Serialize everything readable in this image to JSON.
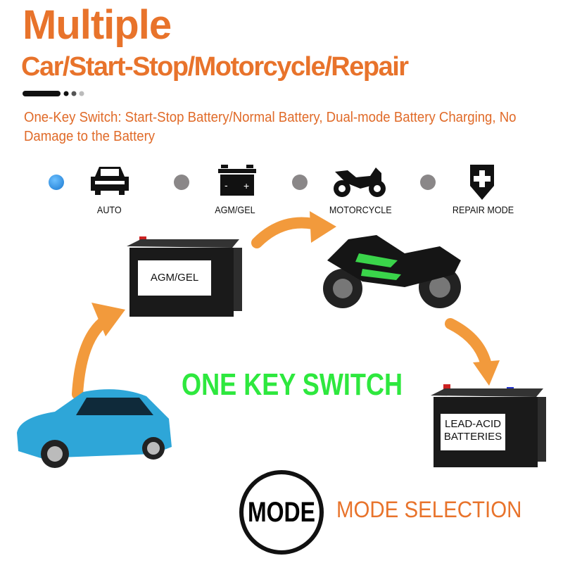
{
  "header": {
    "title": "Multiple",
    "subtitle": "Car/Start-Stop/Motorcycle/Repair",
    "description": "One-Key Switch: Start-Stop Battery/Normal Battery, Dual-mode Battery Charging, No Damage to the Battery"
  },
  "modes": [
    {
      "label": "AUTO",
      "icon": "car-icon",
      "active": true
    },
    {
      "label": "AGM/GEL",
      "icon": "battery-icon",
      "active": false
    },
    {
      "label": "MOTORCYCLE",
      "icon": "motorcycle-icon",
      "active": false
    },
    {
      "label": "REPAIR MODE",
      "icon": "shield-plus-icon",
      "active": false
    }
  ],
  "diagram": {
    "agm_label": "AGM/GEL",
    "lead_acid_label_1": "LEAD-ACID",
    "lead_acid_label_2": "BATTERIES",
    "center_text": "ONE KEY SWITCH"
  },
  "footer": {
    "button": "MODE",
    "label": "MODE SELECTION"
  },
  "colors": {
    "orange": "#e8732b",
    "green": "#2ee83e",
    "active_dot": "#2a8fe0",
    "inactive_dot": "#8a8788"
  }
}
